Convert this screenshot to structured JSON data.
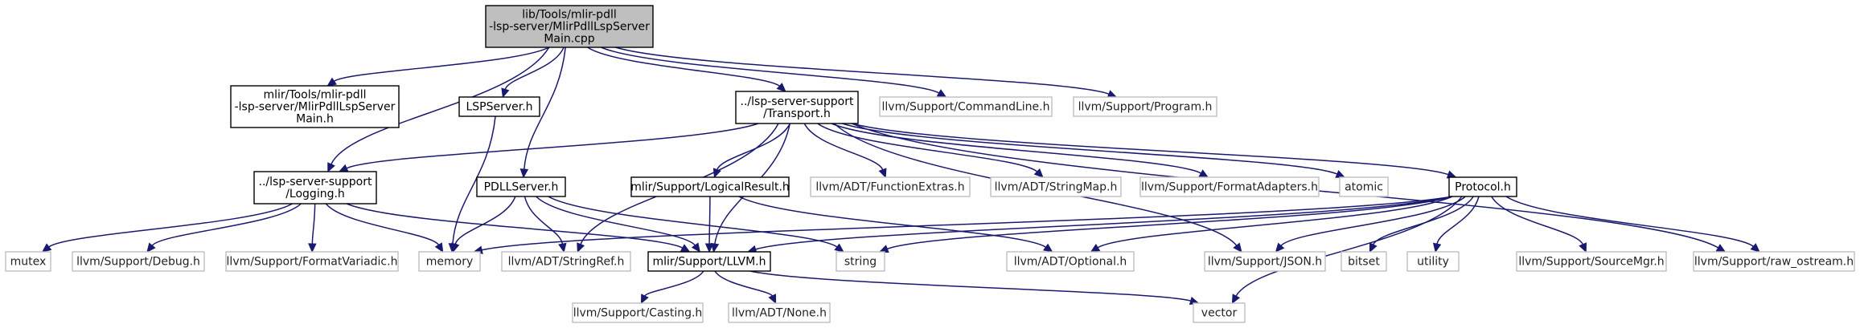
{
  "graph": {
    "nodes": [
      {
        "id": "root",
        "lines": [
          "lib/Tools/mlir-pdll",
          "-lsp-server/MlirPdllLspServer",
          "Main.cpp"
        ],
        "kind": "root"
      },
      {
        "id": "main_h",
        "lines": [
          "mlir/Tools/mlir-pdll",
          "-lsp-server/MlirPdllLspServer",
          "Main.h"
        ],
        "kind": "internal"
      },
      {
        "id": "lspserver_h",
        "lines": [
          "LSPServer.h"
        ],
        "kind": "internal"
      },
      {
        "id": "transport_h",
        "lines": [
          "../lsp-server-support",
          "/Transport.h"
        ],
        "kind": "internal"
      },
      {
        "id": "commandline_h",
        "lines": [
          "llvm/Support/CommandLine.h"
        ],
        "kind": "external"
      },
      {
        "id": "program_h",
        "lines": [
          "llvm/Support/Program.h"
        ],
        "kind": "external"
      },
      {
        "id": "logging_h",
        "lines": [
          "../lsp-server-support",
          "/Logging.h"
        ],
        "kind": "internal"
      },
      {
        "id": "pdllserver_h",
        "lines": [
          "PDLLServer.h"
        ],
        "kind": "internal"
      },
      {
        "id": "logicalresult_h",
        "lines": [
          "mlir/Support/LogicalResult.h"
        ],
        "kind": "internal"
      },
      {
        "id": "functionextras_h",
        "lines": [
          "llvm/ADT/FunctionExtras.h"
        ],
        "kind": "external"
      },
      {
        "id": "stringmap_h",
        "lines": [
          "llvm/ADT/StringMap.h"
        ],
        "kind": "external"
      },
      {
        "id": "formatadapters_h",
        "lines": [
          "llvm/Support/FormatAdapters.h"
        ],
        "kind": "external"
      },
      {
        "id": "atomic",
        "lines": [
          "atomic"
        ],
        "kind": "external"
      },
      {
        "id": "protocol_h",
        "lines": [
          "Protocol.h"
        ],
        "kind": "internal"
      },
      {
        "id": "mutex",
        "lines": [
          "mutex"
        ],
        "kind": "external"
      },
      {
        "id": "debug_h",
        "lines": [
          "llvm/Support/Debug.h"
        ],
        "kind": "external"
      },
      {
        "id": "formatvariadic_h",
        "lines": [
          "llvm/Support/FormatVariadic.h"
        ],
        "kind": "external"
      },
      {
        "id": "memory",
        "lines": [
          "memory"
        ],
        "kind": "external"
      },
      {
        "id": "stringref_h",
        "lines": [
          "llvm/ADT/StringRef.h"
        ],
        "kind": "external"
      },
      {
        "id": "llvm_h",
        "lines": [
          "mlir/Support/LLVM.h"
        ],
        "kind": "internal"
      },
      {
        "id": "string",
        "lines": [
          "string"
        ],
        "kind": "external"
      },
      {
        "id": "optional_h",
        "lines": [
          "llvm/ADT/Optional.h"
        ],
        "kind": "external"
      },
      {
        "id": "json_h",
        "lines": [
          "llvm/Support/JSON.h"
        ],
        "kind": "external"
      },
      {
        "id": "bitset",
        "lines": [
          "bitset"
        ],
        "kind": "external"
      },
      {
        "id": "utility",
        "lines": [
          "utility"
        ],
        "kind": "external"
      },
      {
        "id": "sourcemgr_h",
        "lines": [
          "llvm/Support/SourceMgr.h"
        ],
        "kind": "external"
      },
      {
        "id": "raw_ostream_h",
        "lines": [
          "llvm/Support/raw_ostream.h"
        ],
        "kind": "external"
      },
      {
        "id": "casting_h",
        "lines": [
          "llvm/Support/Casting.h"
        ],
        "kind": "external"
      },
      {
        "id": "none_h",
        "lines": [
          "llvm/ADT/None.h"
        ],
        "kind": "external"
      },
      {
        "id": "vector",
        "lines": [
          "vector"
        ],
        "kind": "external"
      }
    ],
    "edges": [
      [
        "root",
        "main_h"
      ],
      [
        "root",
        "lspserver_h"
      ],
      [
        "root",
        "transport_h"
      ],
      [
        "root",
        "commandline_h"
      ],
      [
        "root",
        "program_h"
      ],
      [
        "root",
        "logging_h"
      ],
      [
        "root",
        "pdllserver_h"
      ],
      [
        "lspserver_h",
        "memory"
      ],
      [
        "transport_h",
        "logging_h"
      ],
      [
        "transport_h",
        "logicalresult_h"
      ],
      [
        "transport_h",
        "functionextras_h"
      ],
      [
        "transport_h",
        "stringmap_h"
      ],
      [
        "transport_h",
        "formatadapters_h"
      ],
      [
        "transport_h",
        "atomic"
      ],
      [
        "transport_h",
        "protocol_h"
      ],
      [
        "transport_h",
        "stringref_h"
      ],
      [
        "transport_h",
        "llvm_h"
      ],
      [
        "transport_h",
        "json_h"
      ],
      [
        "transport_h",
        "raw_ostream_h"
      ],
      [
        "logging_h",
        "mutex"
      ],
      [
        "logging_h",
        "debug_h"
      ],
      [
        "logging_h",
        "formatvariadic_h"
      ],
      [
        "logging_h",
        "memory"
      ],
      [
        "logging_h",
        "llvm_h"
      ],
      [
        "pdllserver_h",
        "memory"
      ],
      [
        "pdllserver_h",
        "stringref_h"
      ],
      [
        "pdllserver_h",
        "llvm_h"
      ],
      [
        "pdllserver_h",
        "string"
      ],
      [
        "logicalresult_h",
        "llvm_h"
      ],
      [
        "logicalresult_h",
        "optional_h"
      ],
      [
        "protocol_h",
        "memory"
      ],
      [
        "protocol_h",
        "llvm_h"
      ],
      [
        "protocol_h",
        "string"
      ],
      [
        "protocol_h",
        "optional_h"
      ],
      [
        "protocol_h",
        "json_h"
      ],
      [
        "protocol_h",
        "bitset"
      ],
      [
        "protocol_h",
        "utility"
      ],
      [
        "protocol_h",
        "sourcemgr_h"
      ],
      [
        "protocol_h",
        "raw_ostream_h"
      ],
      [
        "protocol_h",
        "vector"
      ],
      [
        "llvm_h",
        "casting_h"
      ],
      [
        "llvm_h",
        "none_h"
      ],
      [
        "llvm_h",
        "vector"
      ]
    ]
  },
  "colors": {
    "edge": "#191970",
    "root_fill": "#bfbfbf",
    "internal_border": "#000000",
    "external_border": "#bfbfbf",
    "node_fill": "#ffffff"
  }
}
